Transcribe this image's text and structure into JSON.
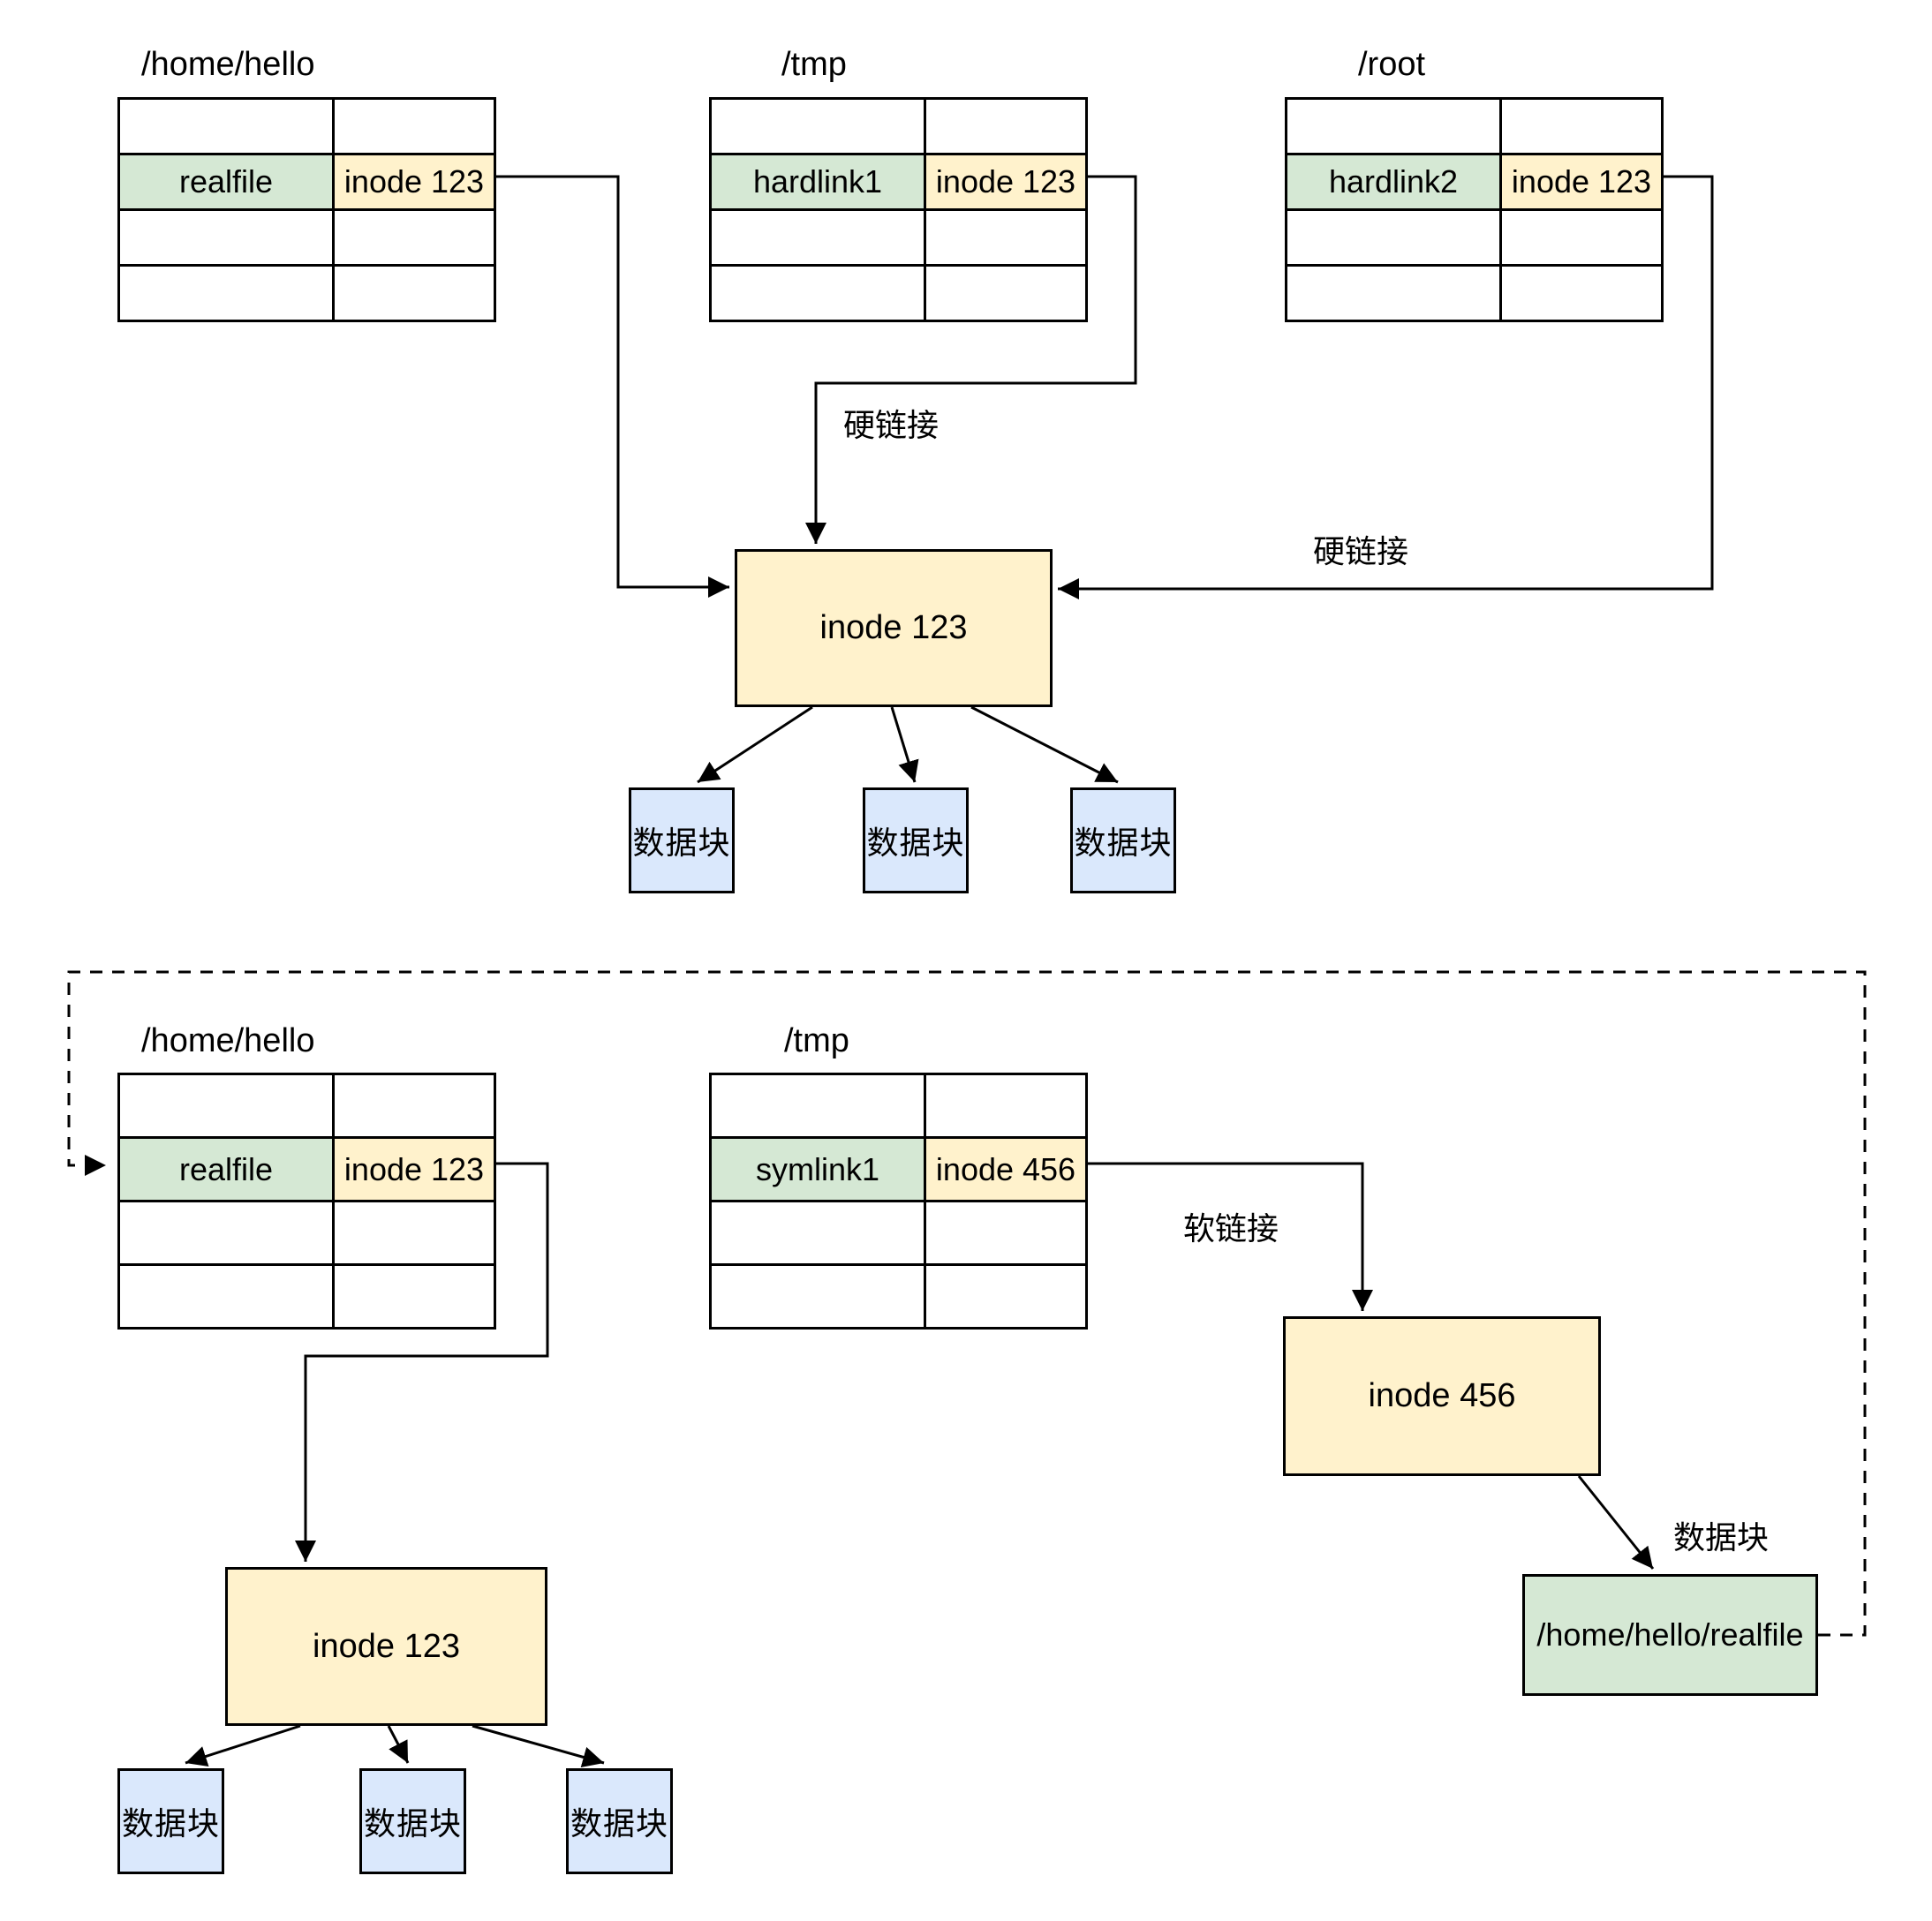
{
  "diagram": {
    "hardlink_section": {
      "tables": [
        {
          "title": "/home/hello",
          "entry": {
            "name": "realfile",
            "inode": "inode 123"
          }
        },
        {
          "title": "/tmp",
          "entry": {
            "name": "hardlink1",
            "inode": "inode 123"
          }
        },
        {
          "title": "/root",
          "entry": {
            "name": "hardlink2",
            "inode": "inode 123"
          }
        }
      ],
      "inode_box": "inode 123",
      "labels": {
        "hardlink_tmp": "硬链接",
        "hardlink_root": "硬链接"
      },
      "data_blocks": [
        "数据块",
        "数据块",
        "数据块"
      ]
    },
    "symlink_section": {
      "tables": [
        {
          "title": "/home/hello",
          "entry": {
            "name": "realfile",
            "inode": "inode 123"
          }
        },
        {
          "title": "/tmp",
          "entry": {
            "name": "symlink1",
            "inode": "inode 456"
          }
        }
      ],
      "inode_box_123": "inode 123",
      "inode_box_456": "inode 456",
      "labels": {
        "softlink": "软链接",
        "datablock": "数据块"
      },
      "realfile_path_box": "/home/hello/realfile",
      "data_blocks": [
        "数据块",
        "数据块",
        "数据块"
      ]
    },
    "colors": {
      "green_fill": "#d5e8d4",
      "yellow_fill": "#fff2cc",
      "blue_fill": "#dae8fc",
      "line": "#000000",
      "background": "#ffffff"
    }
  }
}
